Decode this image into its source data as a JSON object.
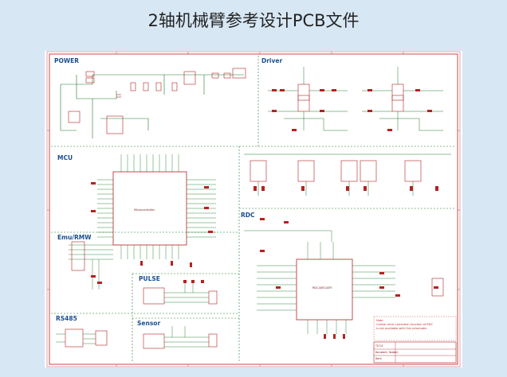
{
  "page": {
    "title": "2轴机械臂参考设计PCB文件"
  },
  "schematic": {
    "sections": {
      "power": "POWER",
      "driver": "Driver",
      "mcu": "MCU",
      "rdc": "RDC",
      "emu": "Emu/RMW",
      "pulse": "PULSE",
      "rs485": "RS485",
      "sensor": "Sensor"
    },
    "note": {
      "title": "Note",
      "line1": "Calinar error correction function of RDC",
      "line2": "is not available with this schematic."
    },
    "title_block": {
      "row1": "TITLE",
      "row2": "Document Number",
      "row3": "Date"
    },
    "mcu_chip_name": "Microcontroller",
    "rdc_chip_name": "RDC/ASIC/AFE"
  },
  "colors": {
    "background": "#d7e7f4",
    "sheet": "#ffffff",
    "wire": "#1e7a2b",
    "component": "#b52222",
    "label": "#1a4f8f"
  }
}
